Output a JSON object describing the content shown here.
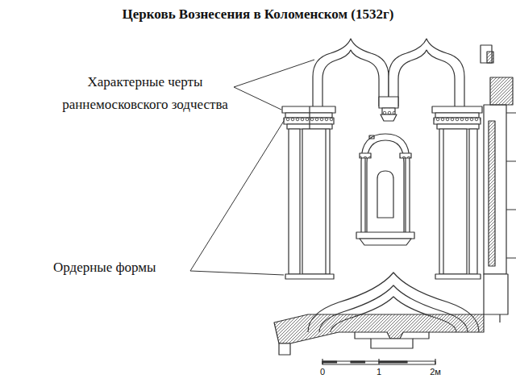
{
  "diagram": {
    "title": "Церковь Вознесения в Коломенском (1532г)",
    "labels": [
      "Характерные черты раннемосковского зодчества",
      "Ордерные формы",
      "0",
      "1",
      "2м"
    ]
  }
}
